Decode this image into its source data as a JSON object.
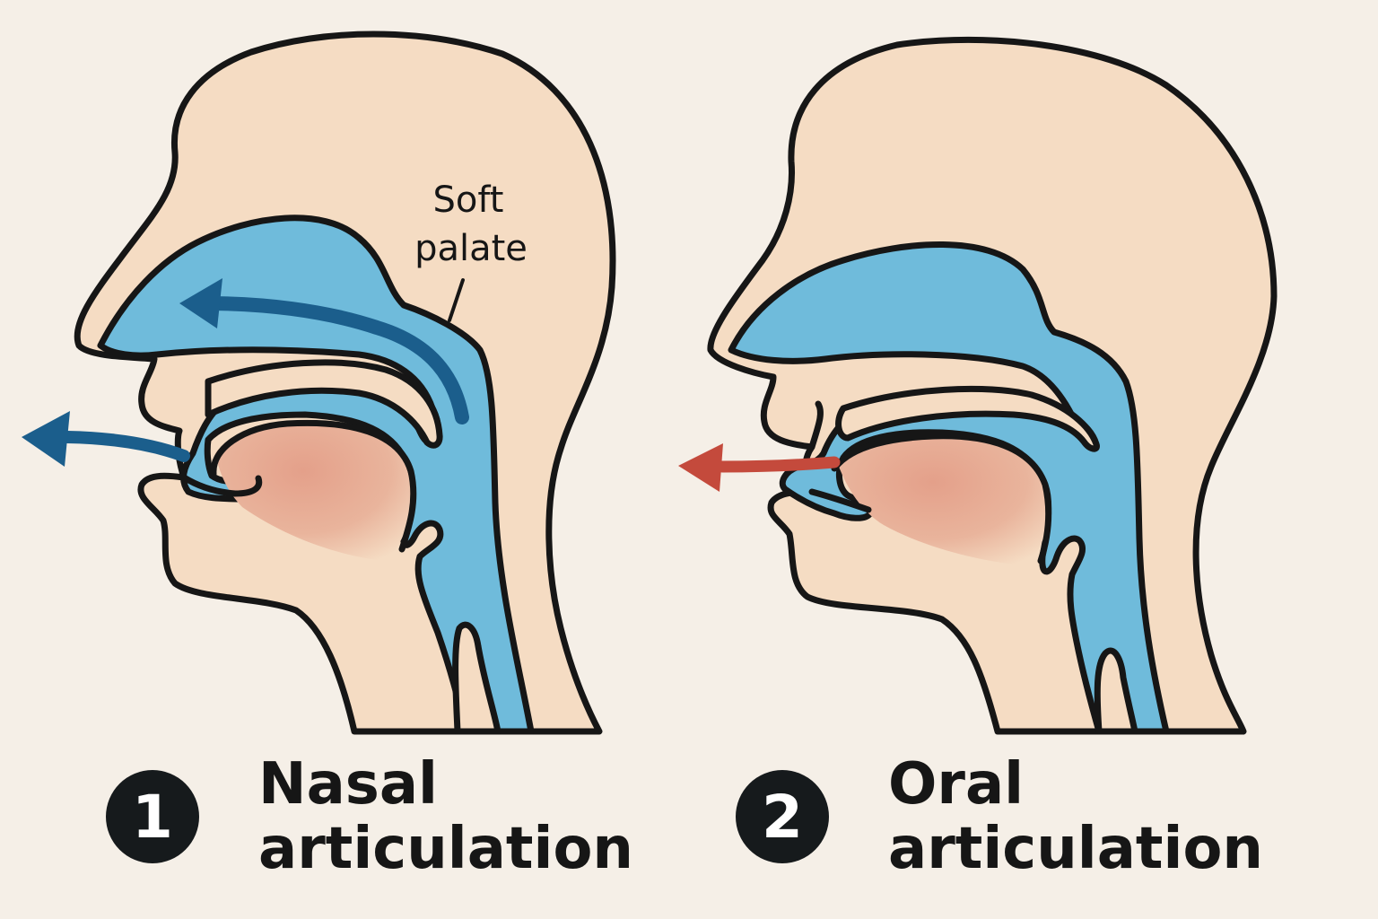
{
  "labels": {
    "soft_palate_line1": "Soft",
    "soft_palate_line2": "palate"
  },
  "captions": [
    {
      "number": "1",
      "line1": "Nasal",
      "line2": "articulation"
    },
    {
      "number": "2",
      "line1": "Oral",
      "line2": "articulation"
    }
  ],
  "colors": {
    "background": "#f5efe7",
    "skin": "#f5dcc3",
    "airway": "#6fbbdb",
    "tongue": "#e4a08a",
    "nasal_airflow_arrow": "#1b5e8c",
    "oral_airflow_arrow": "#c44a3c",
    "outline": "#161616",
    "badge": "#161a1c"
  },
  "icons": {
    "nasal_airflow": "arrow-left-icon",
    "oral_airflow": "arrow-left-icon"
  }
}
